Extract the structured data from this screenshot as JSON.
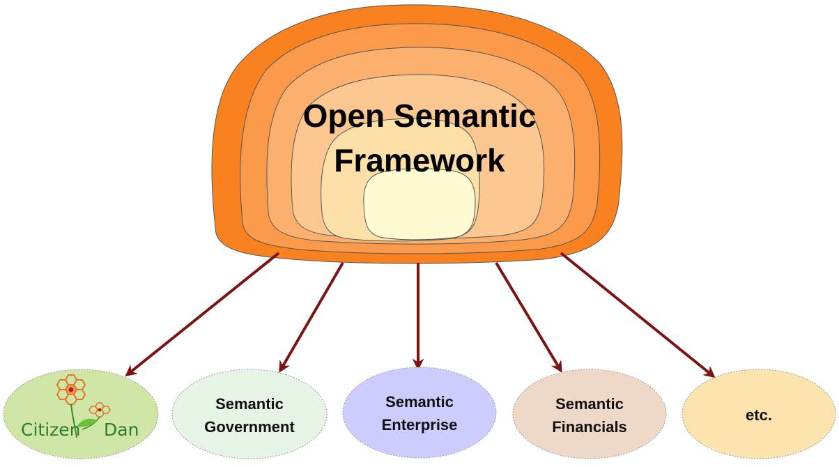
{
  "title": {
    "line1": "Open Semantic",
    "line2": "Framework"
  },
  "colors": {
    "layer_outer": "#f9811f",
    "layer_2": "#fb9a4a",
    "layer_3": "#fbb06e",
    "layer_4": "#fcc791",
    "layer_5": "#fde0a8",
    "layer_core": "#fefad2",
    "arrow": "#7b1313",
    "citizen_dan_fill": "#cfe6a7",
    "government_fill": "#e5f4e4",
    "enterprise_fill": "#ccccff",
    "financials_fill": "#eed8c8",
    "etc_fill": "#fde3ae",
    "logo_text": "#2f7d2a",
    "logo_flower": "#e0782a"
  },
  "nodes": [
    {
      "id": "citizen-dan",
      "logo_word1": "Citizen",
      "logo_word2": "Dan"
    },
    {
      "id": "semantic-government",
      "line1": "Semantic",
      "line2": "Government"
    },
    {
      "id": "semantic-enterprise",
      "line1": "Semantic",
      "line2": "Enterprise"
    },
    {
      "id": "semantic-financials",
      "line1": "Semantic",
      "line2": "Financials"
    },
    {
      "id": "etc",
      "line1": "etc."
    }
  ]
}
